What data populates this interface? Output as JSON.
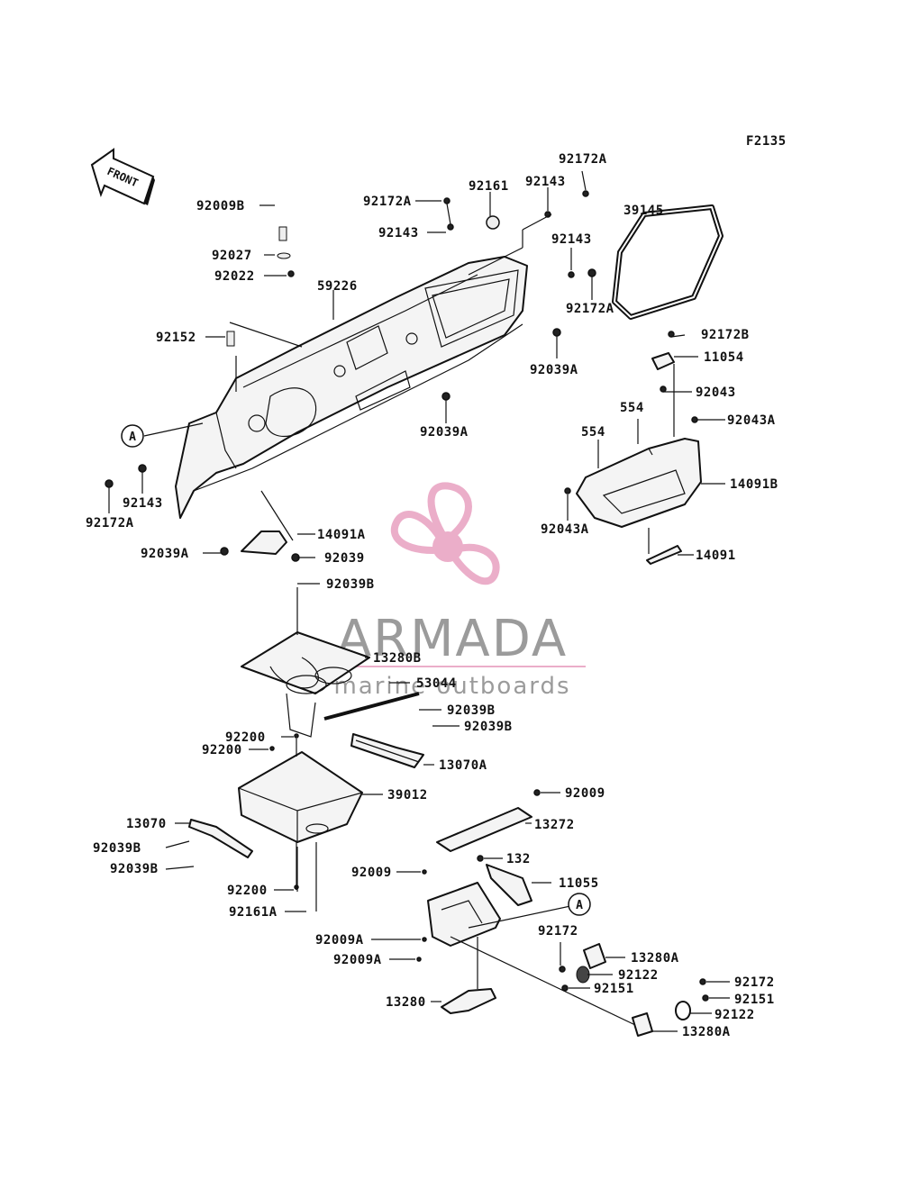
{
  "figure_code": "F2135",
  "front_marker": "FRONT",
  "ref_marker": "A",
  "watermark": {
    "brand": "ARMADA",
    "tagline": "marine outboards",
    "color": "#e8a0c0"
  },
  "labels": {
    "l92172A_top": "92172A",
    "l92161_top": "92161",
    "l92143_top": "92143",
    "l39145": "39145",
    "l92172A_upper": "92172A",
    "l92143_upper": "92143",
    "l92009B": "92009B",
    "l92027": "92027",
    "l92022": "92022",
    "l59226": "59226",
    "l92143_right": "92143",
    "l92172A_right": "92172A",
    "l92152": "92152",
    "l92172B": "92172B",
    "l92039A_right": "92039A",
    "l11054": "11054",
    "l92043": "92043",
    "l554_a": "554",
    "l92043A_top": "92043A",
    "l92039A_mid": "92039A",
    "l554_b": "554",
    "l92143_left": "92143",
    "l92172A_left": "92172A",
    "l14091B": "14091B",
    "l92043A_bottom": "92043A",
    "l14091A": "14091A",
    "l92039A_left": "92039A",
    "l92039": "92039",
    "l14091": "14091",
    "l92039B_top": "92039B",
    "l13280B": "13280B",
    "l53044": "53044",
    "l92039B_mid1": "92039B",
    "l92039B_mid2": "92039B",
    "l92200_a": "92200",
    "l92200_b": "92200",
    "l13070A": "13070A",
    "l39012": "39012",
    "l92009_top": "92009",
    "l13272": "13272",
    "l13070": "13070",
    "l92039B_low1": "92039B",
    "l92039B_low2": "92039B",
    "l132": "132",
    "l92009_low": "92009",
    "l11055": "11055",
    "l92200_c": "92200",
    "l92161A": "92161A",
    "l92172_a": "92172",
    "l92009A_a": "92009A",
    "l13280A_a": "13280A",
    "l92009A_b": "92009A",
    "l92122_a": "92122",
    "l92151_a": "92151",
    "l92172_b": "92172",
    "l92151_b": "92151",
    "l92122_b": "92122",
    "l13280": "13280",
    "l13280A_b": "13280A"
  }
}
